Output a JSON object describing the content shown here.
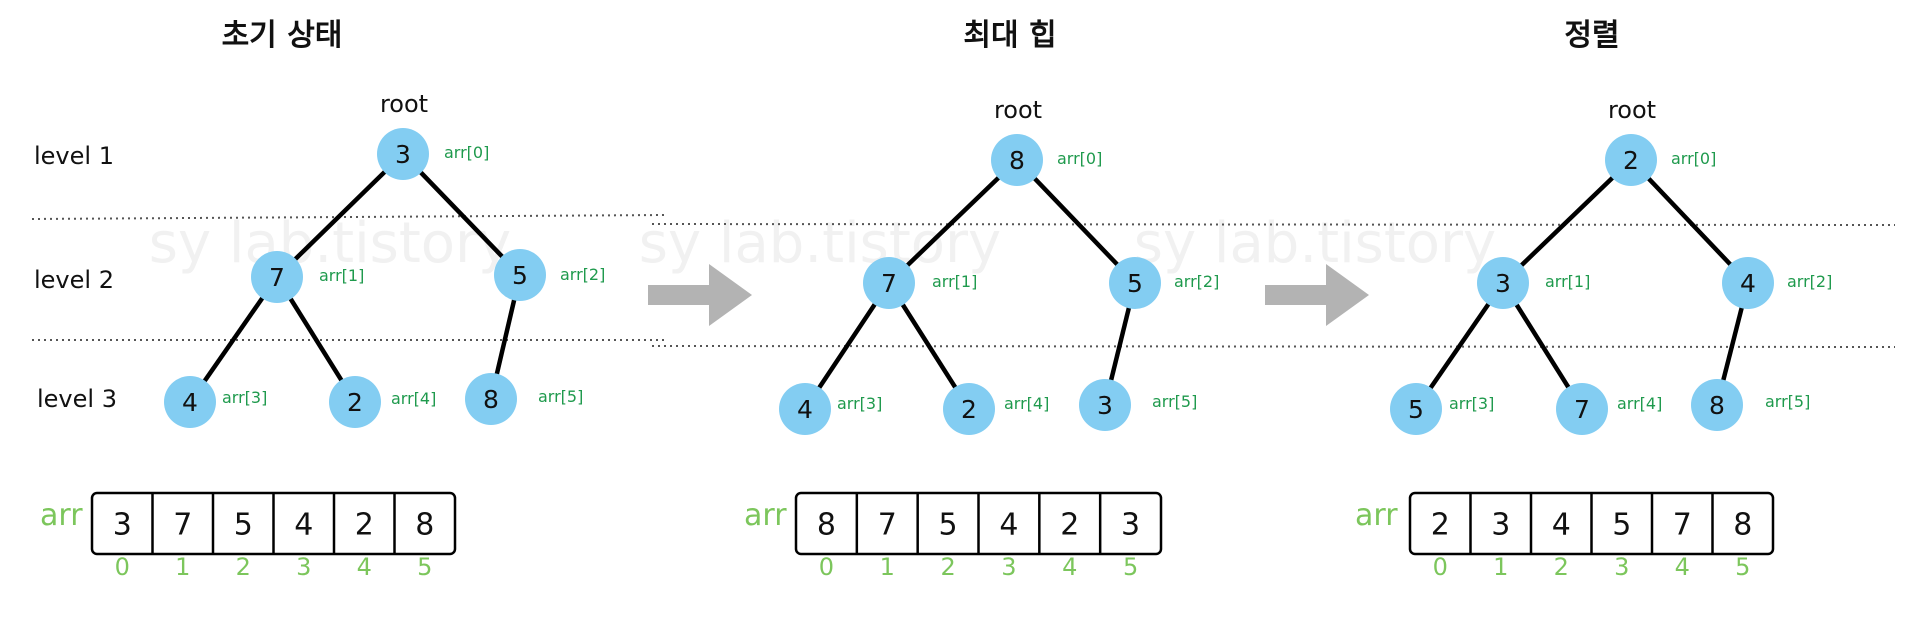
{
  "watermark": "sy  lab.tistory",
  "level_labels": [
    "level 1",
    "level 2",
    "level 3"
  ],
  "root_label": "root",
  "array_label": "arr",
  "colors": {
    "node": "#83cdf2",
    "edge": "#000000",
    "index_text": "#1f9a4d",
    "array_index": "#7cc65c",
    "arrow": "#b3b3b3",
    "dotted": "#555555"
  },
  "panels": [
    {
      "title": "초기 상태",
      "nodes": [
        {
          "value": "3",
          "label": "arr[0]"
        },
        {
          "value": "7",
          "label": "arr[1]"
        },
        {
          "value": "5",
          "label": "arr[2]"
        },
        {
          "value": "4",
          "label": "arr[3]"
        },
        {
          "value": "2",
          "label": "arr[4]"
        },
        {
          "value": "8",
          "label": "arr[5]"
        }
      ],
      "array": [
        "3",
        "7",
        "5",
        "4",
        "2",
        "8"
      ],
      "indices": [
        "0",
        "1",
        "2",
        "3",
        "4",
        "5"
      ]
    },
    {
      "title": "최대 힙",
      "nodes": [
        {
          "value": "8",
          "label": "arr[0]"
        },
        {
          "value": "7",
          "label": "arr[1]"
        },
        {
          "value": "5",
          "label": "arr[2]"
        },
        {
          "value": "4",
          "label": "arr[3]"
        },
        {
          "value": "2",
          "label": "arr[4]"
        },
        {
          "value": "3",
          "label": "arr[5]"
        }
      ],
      "array": [
        "8",
        "7",
        "5",
        "4",
        "2",
        "3"
      ],
      "indices": [
        "0",
        "1",
        "2",
        "3",
        "4",
        "5"
      ]
    },
    {
      "title": "정렬",
      "nodes": [
        {
          "value": "2",
          "label": "arr[0]"
        },
        {
          "value": "3",
          "label": "arr[1]"
        },
        {
          "value": "4",
          "label": "arr[2]"
        },
        {
          "value": "5",
          "label": "arr[3]"
        },
        {
          "value": "7",
          "label": "arr[4]"
        },
        {
          "value": "8",
          "label": "arr[5]"
        }
      ],
      "array": [
        "2",
        "3",
        "4",
        "5",
        "7",
        "8"
      ],
      "indices": [
        "0",
        "1",
        "2",
        "3",
        "4",
        "5"
      ]
    }
  ]
}
